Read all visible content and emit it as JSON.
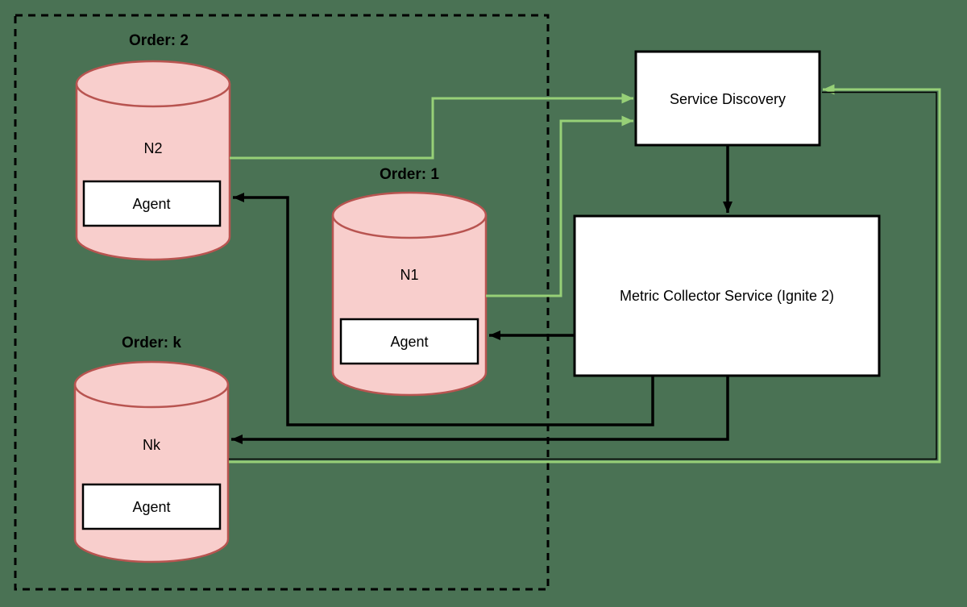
{
  "colors": {
    "background": "#4a7254",
    "node_fill": "#f8cecc",
    "node_stroke": "#b85450",
    "connector_green": "#97d077",
    "connector_black": "#000000",
    "box_fill": "#ffffff",
    "box_stroke": "#000000"
  },
  "nodes": [
    {
      "id": "N2",
      "order_label": "Order: 2",
      "name": "N2",
      "agent_label": "Agent"
    },
    {
      "id": "N1",
      "order_label": "Order: 1",
      "name": "N1",
      "agent_label": "Agent"
    },
    {
      "id": "Nk",
      "order_label": "Order: k",
      "name": "Nk",
      "agent_label": "Agent"
    }
  ],
  "services": {
    "service_discovery": {
      "label": "Service Discovery"
    },
    "metric_collector": {
      "label": "Metric Collector Service (Ignite 2)"
    }
  },
  "connections": [
    {
      "from": "N2",
      "to": "Service Discovery",
      "color": "green"
    },
    {
      "from": "N1",
      "to": "Service Discovery",
      "color": "green"
    },
    {
      "from": "Nk",
      "to": "Service Discovery",
      "color": "green"
    },
    {
      "from": "Service Discovery",
      "to": "Metric Collector Service (Ignite 2)",
      "color": "black"
    },
    {
      "from": "Metric Collector Service (Ignite 2)",
      "to": "N1 Agent",
      "color": "black"
    },
    {
      "from": "Metric Collector Service (Ignite 2)",
      "to": "N2 Agent",
      "color": "black"
    },
    {
      "from": "Metric Collector Service (Ignite 2)",
      "to": "Nk Agent",
      "color": "black"
    }
  ]
}
